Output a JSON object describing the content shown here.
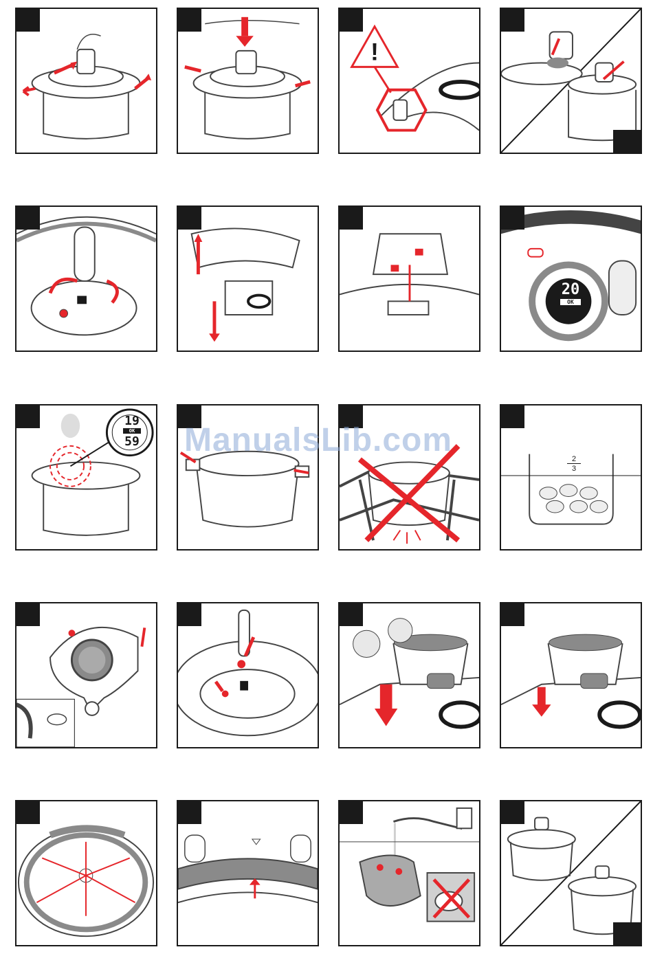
{
  "watermark": "ManualsLib.com",
  "panels": {
    "p8": {
      "display_value": "20",
      "display_status": "OK"
    },
    "p9": {
      "display_top": "19",
      "display_status": "OK",
      "display_bottom": "59"
    },
    "p12": {
      "fill_num": "2",
      "fill_den": "3"
    }
  },
  "colors": {
    "accent": "#e5262b",
    "ink": "#1a1a1a",
    "outline": "#444444",
    "mid": "#8a8a8a",
    "water": "#d0d0d0"
  },
  "icons": [
    "warning-icon",
    "cross-icon",
    "arrow-icon",
    "hand-icon",
    "steam-icon",
    "faucet-icon"
  ]
}
